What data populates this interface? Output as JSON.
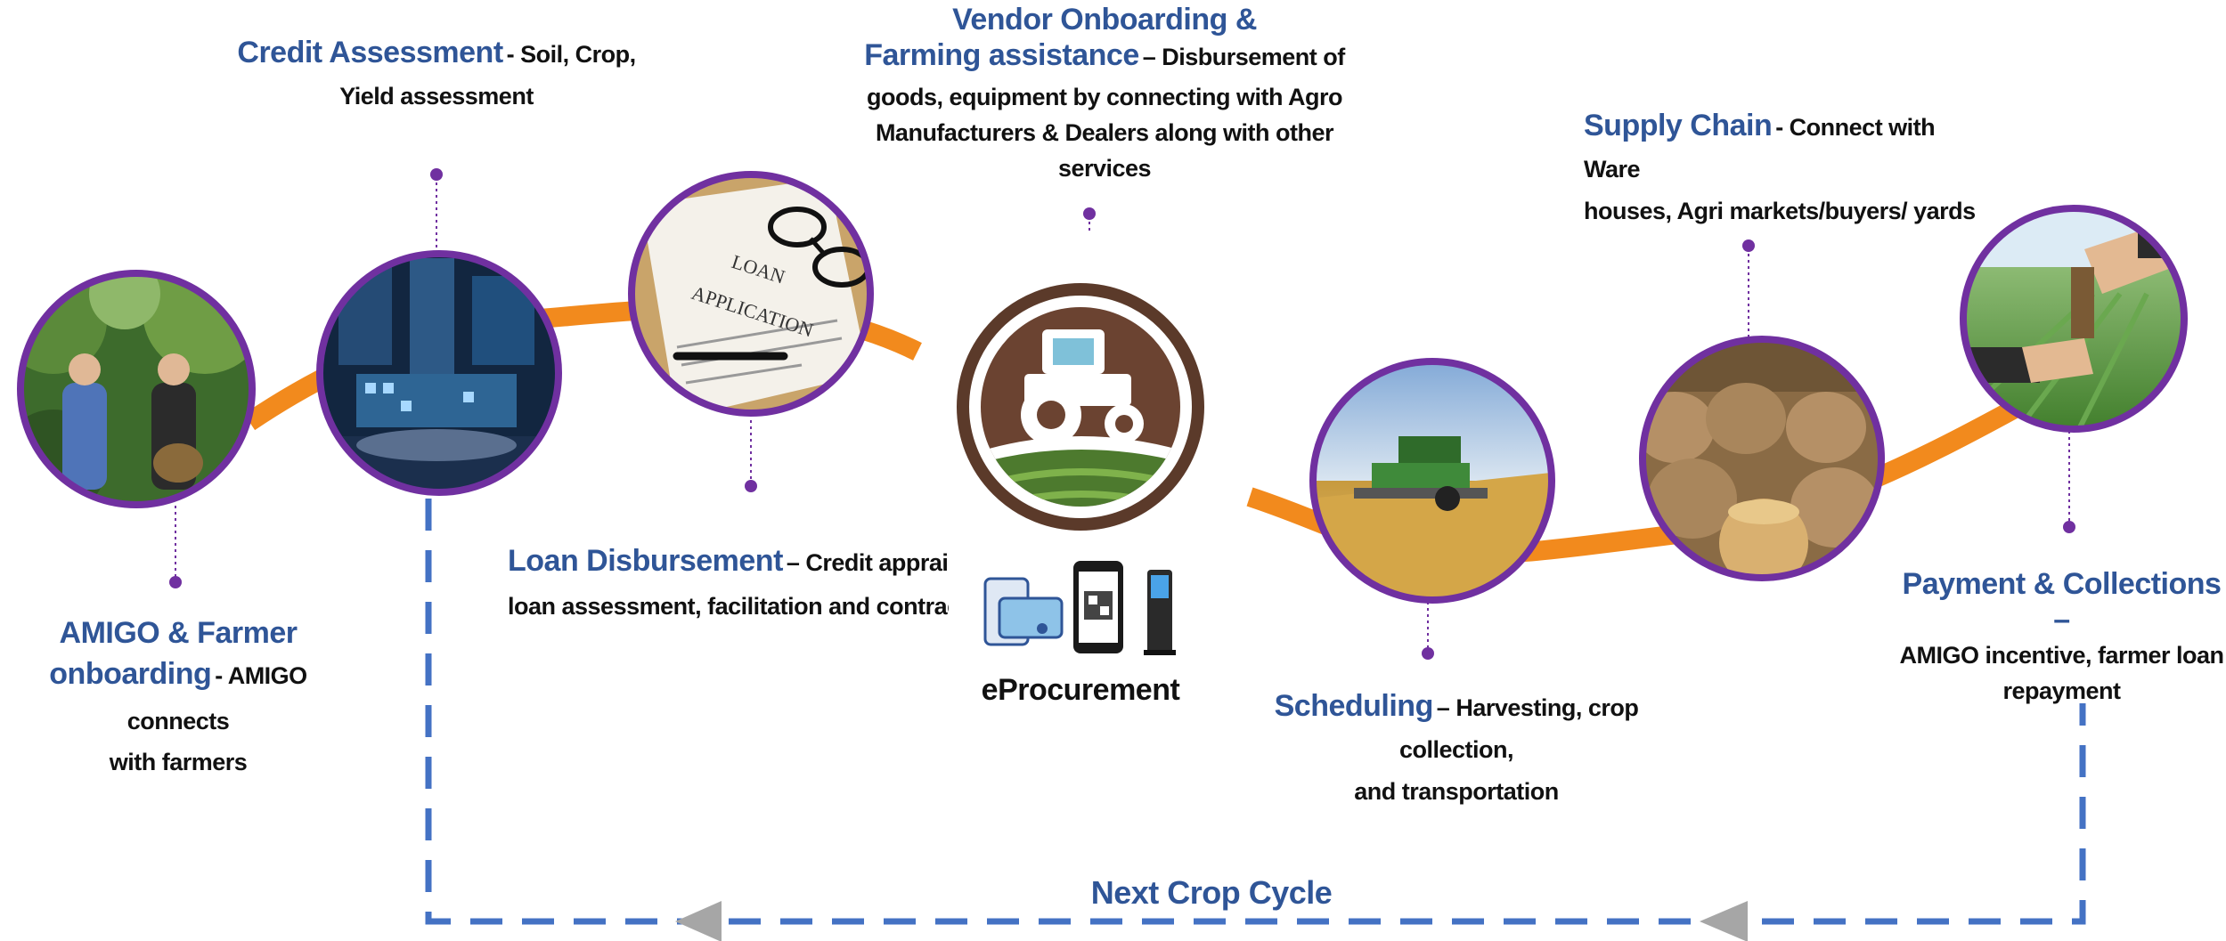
{
  "colors": {
    "accent_blue": "#2f5597",
    "dashed_blue": "#4472c4",
    "curve_orange": "#f28a1d",
    "ring_purple": "#7030a0",
    "arrow_gray": "#a6a6a6",
    "body_text": "#111111"
  },
  "stages": [
    {
      "heading_lines": [
        "AMIGO & Farmer",
        "onboarding"
      ],
      "detail_inline": "- AMIGO connects",
      "detail_lines": [
        "with farmers"
      ],
      "image": "farmers-photo"
    },
    {
      "heading": "Credit Assessment",
      "detail_inline": "- Soil, Crop,",
      "detail_lines": [
        "Yield assessment"
      ],
      "image": "digital-technology-photo"
    },
    {
      "heading": "Loan Disbursement",
      "detail_inline": "– Credit apprais",
      "detail_lines": [
        "loan assessment, facilitation and contract"
      ],
      "image": "loan-application-photo",
      "image_text": [
        "LOAN",
        "APPLICATION"
      ]
    },
    {
      "heading_lines": [
        "Vendor Onboarding &",
        "Farming assistance"
      ],
      "detail_inline": "– Disbursement of",
      "detail_lines": [
        "goods, equipment by connecting with Agro",
        "Manufacturers & Dealers along with other",
        "services"
      ],
      "image": "tractor-icon"
    },
    {
      "heading": "Scheduling",
      "detail_inline": "– Harvesting, crop collection,",
      "detail_lines": [
        "and transportation"
      ],
      "image": "harvester-photo"
    },
    {
      "heading": "Supply Chain",
      "detail_inline": "- Connect with Ware",
      "detail_lines": [
        "houses, Agri markets/buyers/ yards"
      ],
      "image": "grain-sacks-photo"
    },
    {
      "heading": "Payment & Collections –",
      "detail_lines": [
        "AMIGO incentive, farmer loan",
        "repayment"
      ],
      "image": "handshake-field-photo"
    }
  ],
  "center_label": "eProcurement",
  "center_icons": [
    "card-payment-icon",
    "qr-phone-icon",
    "kiosk-terminal-icon"
  ],
  "cycle_label": "Next Crop Cycle"
}
